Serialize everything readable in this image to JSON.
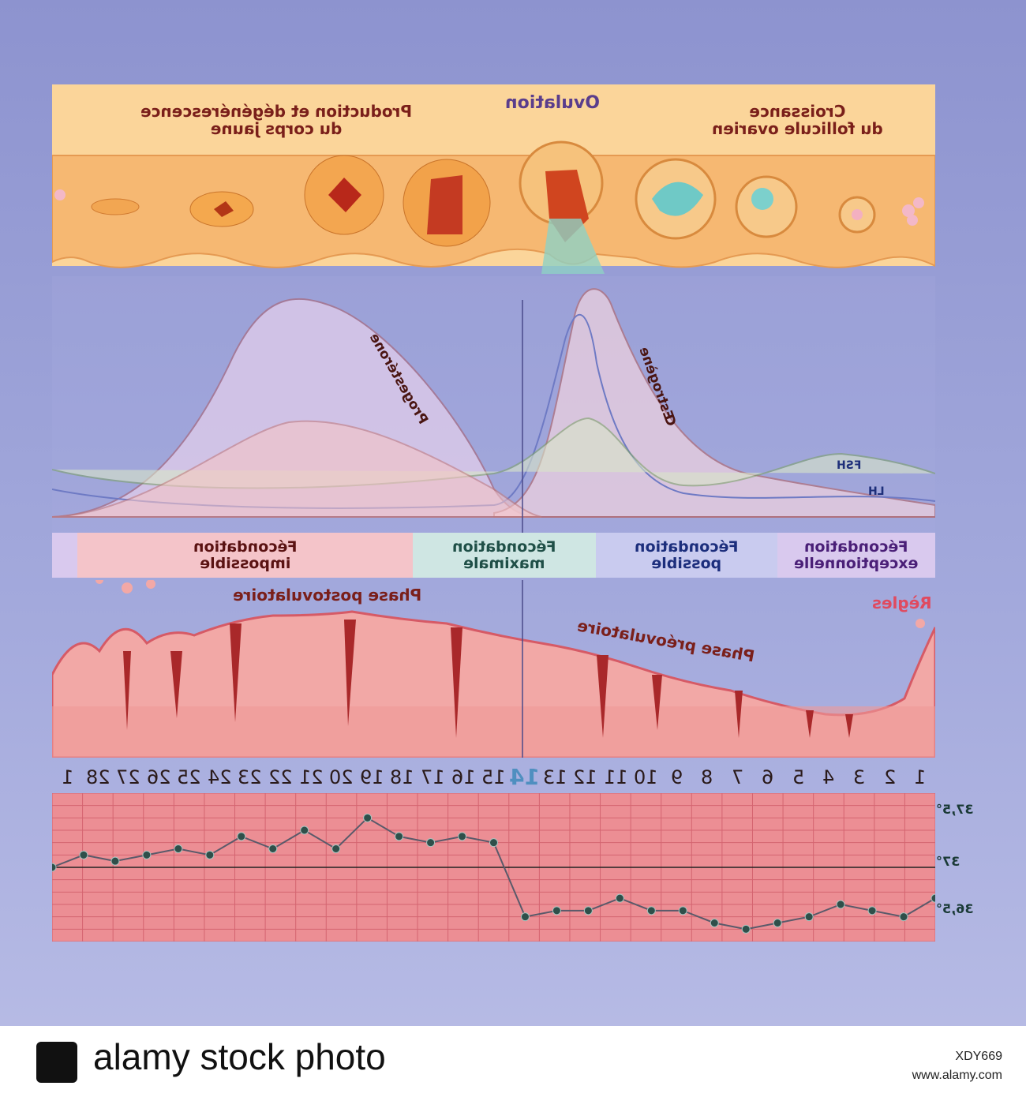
{
  "ovary": {
    "left_title": "Production et dégénérescence\ndu corps jaune",
    "ovulation": "Ovulation",
    "right_title": "Croissance\ndu follicule ovarien"
  },
  "hormones": {
    "progesterone": "Progestérone",
    "oestrogene": "Œstrogène",
    "fsh": "FSH",
    "lh": "LH"
  },
  "fertility": [
    {
      "label": "Fécondation\nimpossible",
      "color": "#f4c4c9",
      "text_color": "#5a1212"
    },
    {
      "label": "Fécondation\nmaximale",
      "color": "#cfe6e3",
      "text_color": "#1f4f47"
    },
    {
      "label": "Fécondation\npossible",
      "color": "#c9cbef",
      "text_color": "#1c2e7c"
    },
    {
      "label": "Fécondation\nexceptionnelle",
      "color": "#d9c9ee",
      "text_color": "#4a1f77"
    }
  ],
  "phases": {
    "post": "Phase postovulatoire",
    "pre": "Phase préovulatoire",
    "regles": "Règles"
  },
  "days": [
    "1",
    "28",
    "27",
    "26",
    "25",
    "24",
    "23",
    "22",
    "21",
    "20",
    "19",
    "18",
    "17",
    "16",
    "15",
    "14",
    "13",
    "12",
    "11",
    "10",
    "9",
    "8",
    "7",
    "6",
    "5",
    "4",
    "3",
    "2",
    "1"
  ],
  "highlight_day": "14",
  "temperature": {
    "labels": [
      "37,5°",
      "37°",
      "36,5°"
    ],
    "chart_data": {
      "type": "line",
      "x": [
        1,
        2,
        3,
        4,
        5,
        6,
        7,
        8,
        9,
        10,
        11,
        12,
        13,
        14,
        15,
        16,
        17,
        18,
        19,
        20,
        21,
        22,
        23,
        24,
        25,
        26,
        27,
        28,
        29
      ],
      "values": [
        37.0,
        37.1,
        37.05,
        37.1,
        37.15,
        37.1,
        37.25,
        37.15,
        37.3,
        37.15,
        37.4,
        37.25,
        37.2,
        37.25,
        37.2,
        36.6,
        36.65,
        36.65,
        36.75,
        36.65,
        36.65,
        36.55,
        36.5,
        36.55,
        36.6,
        36.7,
        36.65,
        36.6,
        36.75
      ],
      "ylim": [
        36.4,
        37.6
      ],
      "series_color": "#2f4f4a"
    }
  },
  "footer": {
    "brand": "alamy stock photo",
    "id": "XDY669",
    "site": "www.alamy.com"
  }
}
